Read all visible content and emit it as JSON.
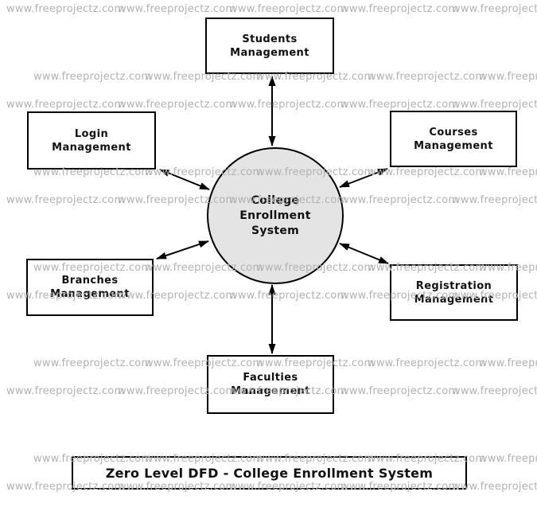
{
  "watermark": {
    "text": "www.freeprojectz.com",
    "color": "#b2b2b2"
  },
  "diagram": {
    "type": "zero-level-dfd",
    "title": "Zero Level DFD - College Enrollment System",
    "process": {
      "label": "College Enrollment System",
      "fill_color": "#e4e4e4"
    },
    "entities": [
      {
        "id": "students",
        "label": "Students Management"
      },
      {
        "id": "login",
        "label": "Login Management"
      },
      {
        "id": "courses",
        "label": "Courses Management"
      },
      {
        "id": "branches",
        "label": "Branches Management"
      },
      {
        "id": "registration",
        "label": "Registration Management"
      },
      {
        "id": "faculties",
        "label": "Faculties Management"
      }
    ],
    "connectors": [
      {
        "from": "process",
        "to": "students",
        "bidirectional": true
      },
      {
        "from": "process",
        "to": "login",
        "bidirectional": true
      },
      {
        "from": "process",
        "to": "courses",
        "bidirectional": true
      },
      {
        "from": "process",
        "to": "branches",
        "bidirectional": true
      },
      {
        "from": "process",
        "to": "registration",
        "bidirectional": true
      },
      {
        "from": "process",
        "to": "faculties",
        "bidirectional": true
      }
    ]
  }
}
